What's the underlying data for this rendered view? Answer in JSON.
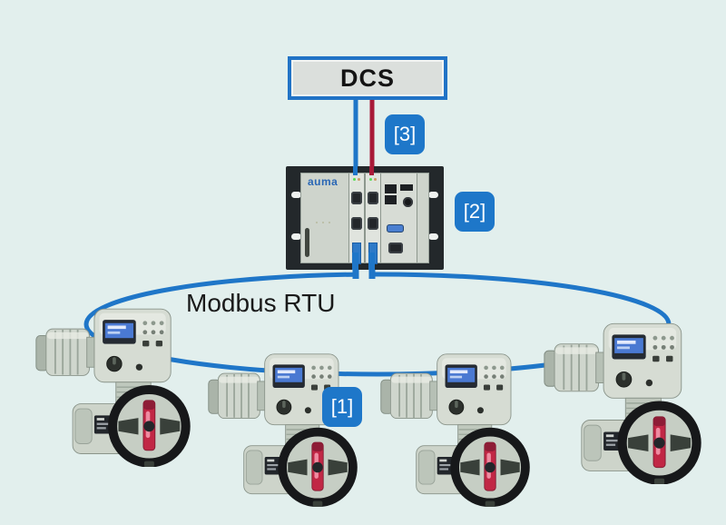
{
  "palette": {
    "background": "#e2efed",
    "accent_blue": "#1f76c8",
    "signal_red": "#a81a38",
    "dcs_fill": "#dbdfdc",
    "frame_dark": "#23282b",
    "panel_gray": "#ced4cc",
    "auma_blue": "#2a67b5",
    "tag_text": "#ffffff"
  },
  "dcs_box": {
    "label": "DCS"
  },
  "dcs_link": {
    "tag": "[3]"
  },
  "master_station": {
    "brand_label": "auma",
    "tag": "[2]"
  },
  "fieldbus": {
    "label": "Modbus RTU",
    "tag": "[1]"
  },
  "actuators": {
    "count": 4
  }
}
